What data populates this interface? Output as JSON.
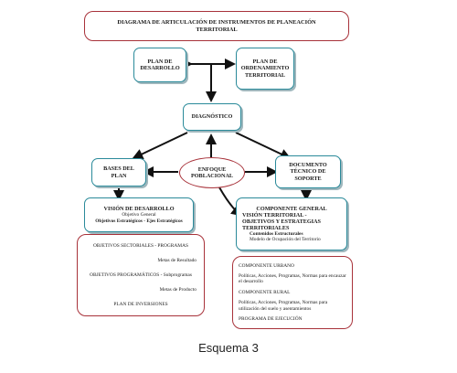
{
  "title": "DIAGRAMA DE ARTICULACIÓN DE INSTRUMENTOS DE PLANEACIÓN TERRITORIAL",
  "plan_desarrollo": "PLAN DE DESARROLLO",
  "plan_ordenamiento": "PLAN DE ORDENAMIENTO TERRITORIAL",
  "diagnostico": "DIAGNÓSTICO",
  "bases_plan": "BASES DEL PLAN",
  "enfoque": "ENFOQUE POBLACIONAL",
  "documento": "DOCUMENTO TÉCNICO DE SOPORTE",
  "vision": {
    "heading": "VISIÓN DE DESARROLLO",
    "line1": "Objetivo General",
    "line2": "Objetivos Estratégicos - Ejes Estratégicos"
  },
  "componente": {
    "heading": "COMPONENTE GENERAL",
    "line1": "VISIÓN TERRITORIAL -",
    "line2": "OBJETIVOS Y ESTRATEGIAS TERRITORIALES",
    "line3": "Contenidos Estructurales",
    "line4": "Modelo de Ocupación del Territorio"
  },
  "sectoriales": {
    "heading": "OBJETIVOS SECTORIALES - PROGRAMAS",
    "meta1": "Metas de Resultado",
    "heading2": "OBJETIVOS PROGRAMÁTICOS - Subprogramas",
    "meta2": "Metas de Producto",
    "heading3": "PLAN DE INVERSIONES"
  },
  "componentes": {
    "urbano": "COMPONENTE URBANO",
    "urbano_text": "Políticas, Acciones, Programas, Normas para encauzar el desarrollo",
    "rural": "COMPONENTE RURAL",
    "rural_text": "Políticas, Acciones, Programas, Normas para utilización del suelo y asentamientos",
    "ejecucion": "PROGRAMA DE EJECUCIÓN"
  },
  "caption": "Esquema 3"
}
